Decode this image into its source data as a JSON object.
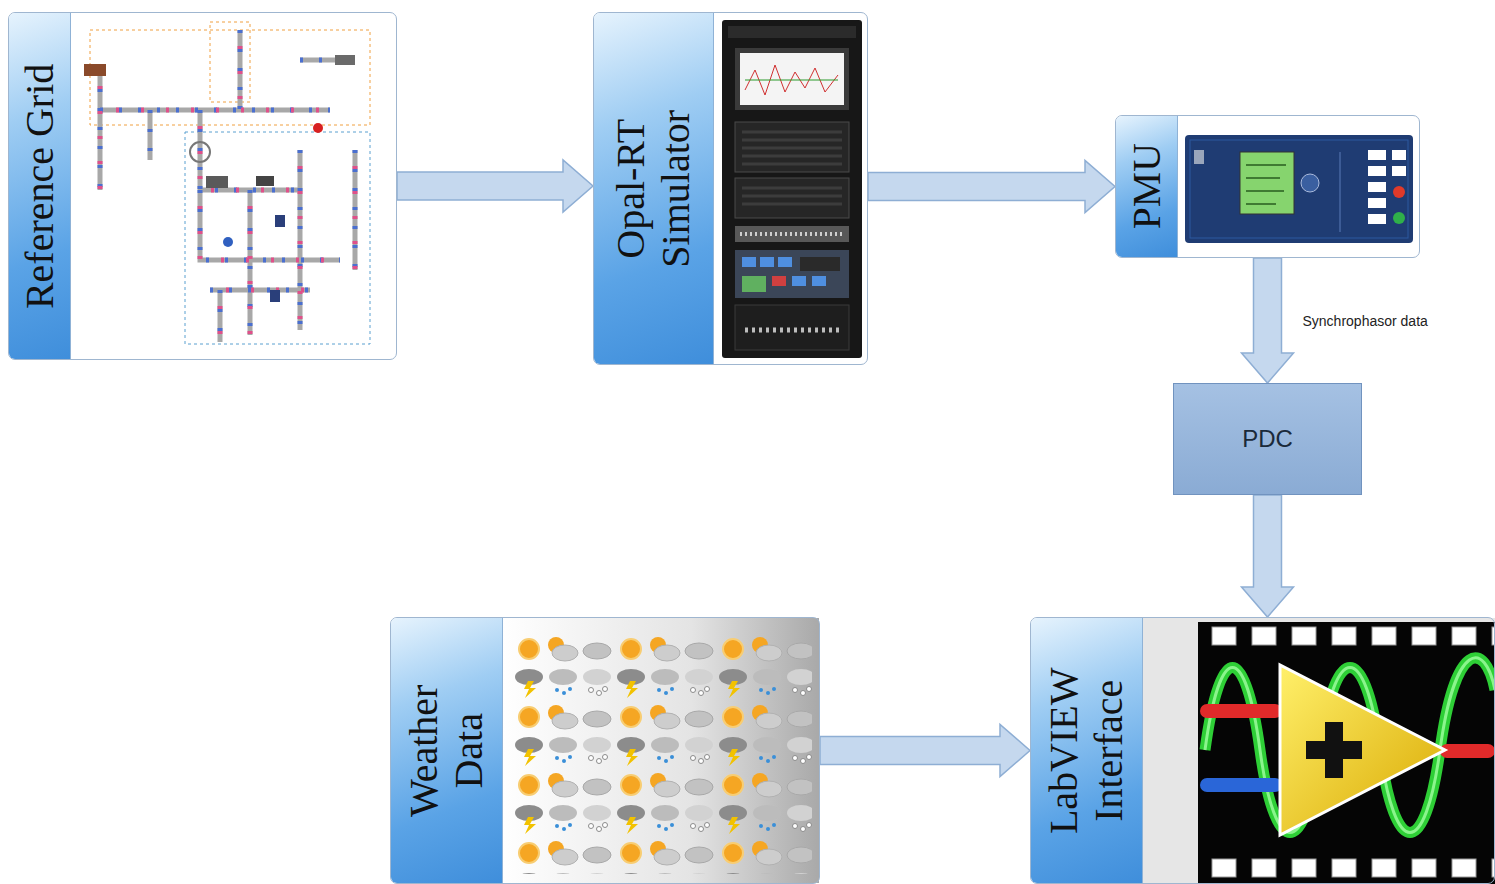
{
  "diagram": {
    "nodes": [
      {
        "text": [
          "Reference Grid"
        ]
      },
      {
        "text": [
          "Opal-RT Simulator"
        ]
      },
      {
        "text": [
          "PMU"
        ]
      },
      {
        "text": [
          "PDC"
        ]
      },
      {
        "text": [
          "Weather Data"
        ]
      },
      {
        "text": [
          "LabVIEW Interface"
        ]
      }
    ],
    "edges": [
      {
        "from": 0,
        "to": 1,
        "arrow": "to"
      },
      {
        "from": 1,
        "to": 2,
        "arrow": "to"
      },
      {
        "from": 2,
        "to": 3,
        "label": "Synchrophasor data",
        "arrow": "to"
      },
      {
        "from": 3,
        "to": 5,
        "arrow": "to"
      },
      {
        "from": 4,
        "to": 5,
        "arrow": "to"
      }
    ]
  }
}
